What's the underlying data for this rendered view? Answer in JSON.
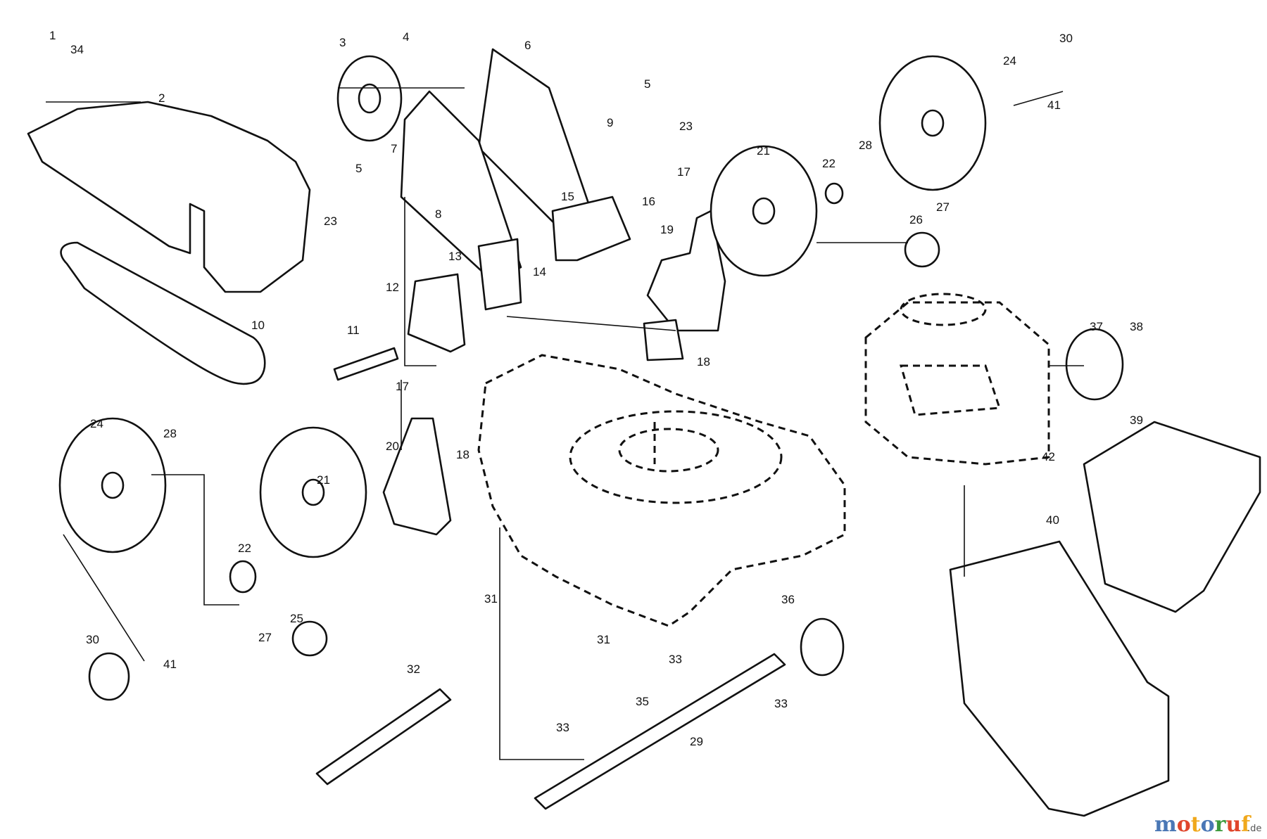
{
  "callouts": [
    {
      "id": "c1",
      "text": "1"
    },
    {
      "id": "c2",
      "text": "2"
    },
    {
      "id": "c3",
      "text": "3"
    },
    {
      "id": "c4",
      "text": "4"
    },
    {
      "id": "c5a",
      "text": "5"
    },
    {
      "id": "c5b",
      "text": "5"
    },
    {
      "id": "c6",
      "text": "6"
    },
    {
      "id": "c7",
      "text": "7"
    },
    {
      "id": "c8",
      "text": "8"
    },
    {
      "id": "c9",
      "text": "9"
    },
    {
      "id": "c10",
      "text": "10"
    },
    {
      "id": "c11",
      "text": "11"
    },
    {
      "id": "c12",
      "text": "12"
    },
    {
      "id": "c13",
      "text": "13"
    },
    {
      "id": "c14",
      "text": "14"
    },
    {
      "id": "c15",
      "text": "15"
    },
    {
      "id": "c16",
      "text": "16"
    },
    {
      "id": "c17a",
      "text": "17"
    },
    {
      "id": "c17b",
      "text": "17"
    },
    {
      "id": "c18a",
      "text": "18"
    },
    {
      "id": "c18b",
      "text": "18"
    },
    {
      "id": "c19",
      "text": "19"
    },
    {
      "id": "c20",
      "text": "20"
    },
    {
      "id": "c21a",
      "text": "21"
    },
    {
      "id": "c21b",
      "text": "21"
    },
    {
      "id": "c22a",
      "text": "22"
    },
    {
      "id": "c22b",
      "text": "22"
    },
    {
      "id": "c23a",
      "text": "23"
    },
    {
      "id": "c23b",
      "text": "23"
    },
    {
      "id": "c24a",
      "text": "24"
    },
    {
      "id": "c24b",
      "text": "24"
    },
    {
      "id": "c25",
      "text": "25"
    },
    {
      "id": "c26",
      "text": "26"
    },
    {
      "id": "c27a",
      "text": "27"
    },
    {
      "id": "c27b",
      "text": "27"
    },
    {
      "id": "c28a",
      "text": "28"
    },
    {
      "id": "c28b",
      "text": "28"
    },
    {
      "id": "c29",
      "text": "29"
    },
    {
      "id": "c30a",
      "text": "30"
    },
    {
      "id": "c30b",
      "text": "30"
    },
    {
      "id": "c31a",
      "text": "31"
    },
    {
      "id": "c31b",
      "text": "31"
    },
    {
      "id": "c32",
      "text": "32"
    },
    {
      "id": "c33a",
      "text": "33"
    },
    {
      "id": "c33b",
      "text": "33"
    },
    {
      "id": "c33c",
      "text": "33"
    },
    {
      "id": "c34",
      "text": "34"
    },
    {
      "id": "c35",
      "text": "35"
    },
    {
      "id": "c36",
      "text": "36"
    },
    {
      "id": "c37",
      "text": "37"
    },
    {
      "id": "c38",
      "text": "38"
    },
    {
      "id": "c39",
      "text": "39"
    },
    {
      "id": "c40",
      "text": "40"
    },
    {
      "id": "c41a",
      "text": "41"
    },
    {
      "id": "c41b",
      "text": "41"
    },
    {
      "id": "c42",
      "text": "42"
    }
  ],
  "watermark": {
    "letters": [
      {
        "t": "m",
        "color": "#4a77b5"
      },
      {
        "t": "o",
        "color": "#e0462c"
      },
      {
        "t": "t",
        "color": "#f0a81c"
      },
      {
        "t": "o",
        "color": "#4a77b5"
      },
      {
        "t": "r",
        "color": "#3c9a3c"
      },
      {
        "t": "u",
        "color": "#e0462c"
      },
      {
        "t": "f",
        "color": "#f0a81c"
      }
    ],
    "suffix": ".de"
  }
}
